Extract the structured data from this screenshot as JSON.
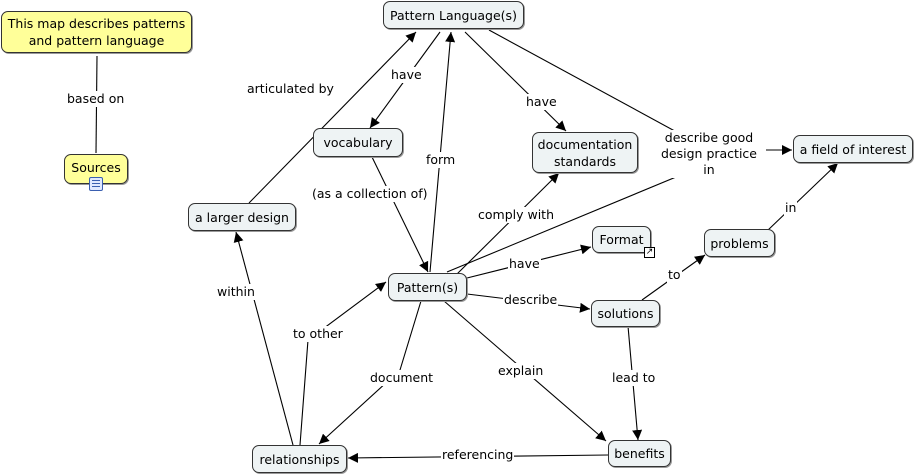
{
  "nodes": {
    "map_description": "This map describes patterns\nand pattern language",
    "sources": "Sources",
    "pattern_languages": "Pattern Language(s)",
    "vocabulary": "vocabulary",
    "documentation_standards": "documentation\nstandards",
    "field_of_interest": "a field of interest",
    "larger_design": "a larger design",
    "format": "Format",
    "problems": "problems",
    "patterns": "Pattern(s)",
    "solutions": "solutions",
    "relationships": "relationships",
    "benefits": "benefits"
  },
  "links": {
    "based_on": "based on",
    "articulated_by": "articulated by",
    "have_vocab": "have",
    "have_docs": "have",
    "describe_good": "describe good\ndesign practice in",
    "form": "form",
    "collection_of": "(as a collection of)",
    "comply_with": "comply with",
    "have_format": "have",
    "to_problems": "to",
    "in_field": "in",
    "within": "within",
    "to_other": "to other",
    "describe": "describe",
    "document": "document",
    "explain": "explain",
    "lead_to": "lead to",
    "referencing": "referencing"
  },
  "icons": {
    "sources_attachment": "document-icon",
    "format_link": "shortcut-arrow-icon"
  },
  "colors": {
    "concept_fill": "#eef3f4",
    "note_fill": "#ffff99",
    "line": "#000000"
  }
}
